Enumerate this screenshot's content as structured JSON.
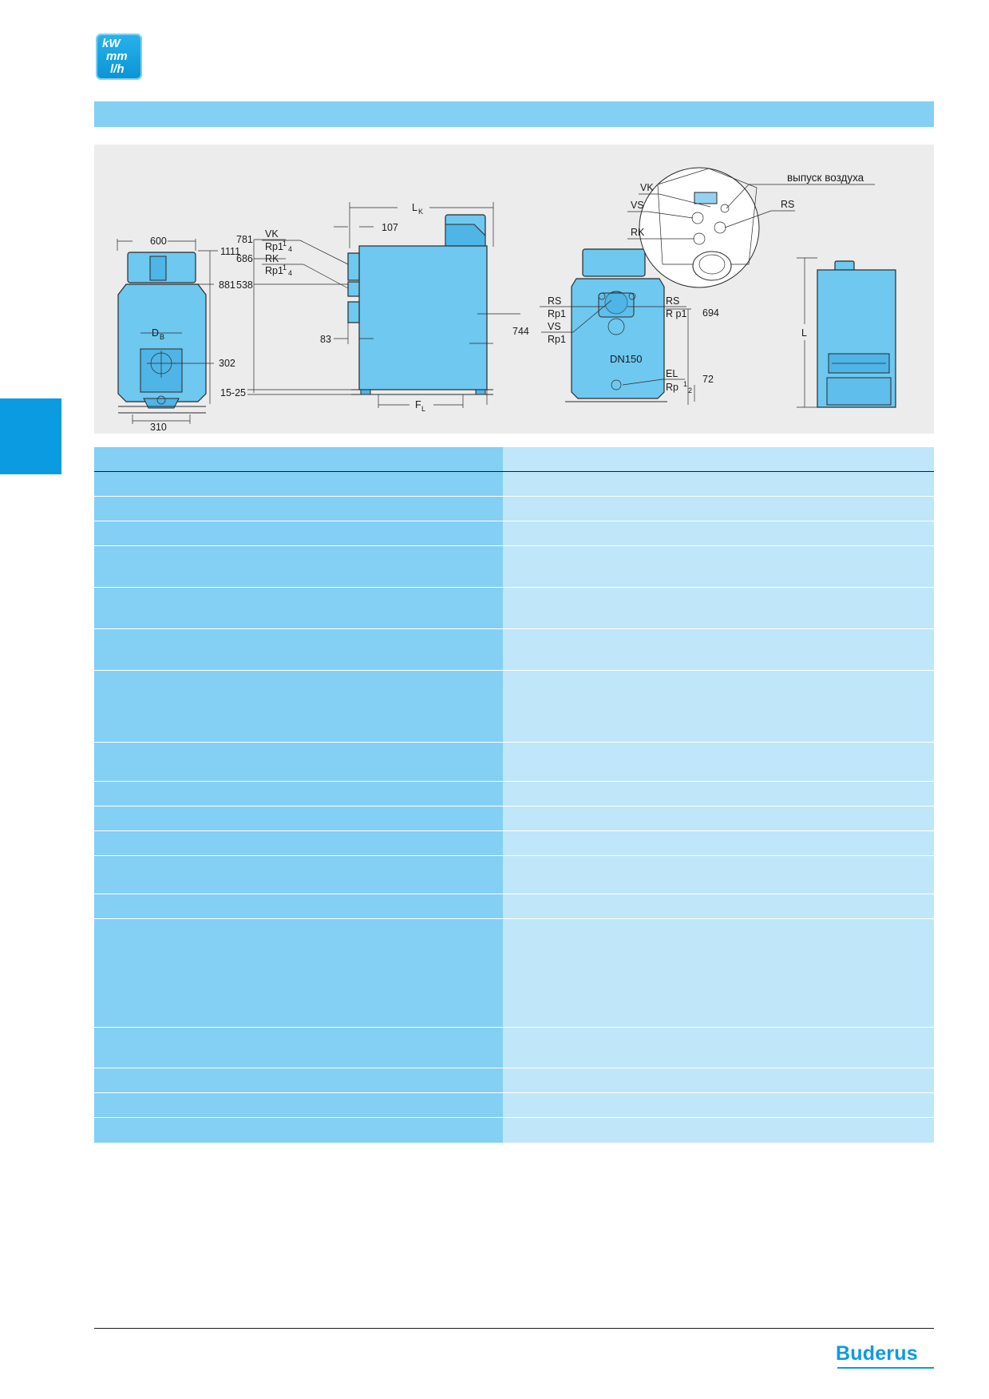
{
  "badge": {
    "line1": "kW",
    "line2": "mm",
    "line3": "l/h"
  },
  "figure": {
    "front_view": {
      "width_top": "600",
      "height_total": "1111",
      "height_lower": "881",
      "burner_height": "302",
      "burner_diameter": "D",
      "burner_diameter_sub": "B",
      "foot_spacing": "310"
    },
    "side_view": {
      "length_label": "L",
      "length_sub": "K",
      "offset_top": "107",
      "vk_height": "781",
      "vk_label": "VK",
      "vk_thread": "Rp1",
      "vk_thread_sup": "1",
      "vk_thread_sub": "4",
      "rk_height": "686",
      "rk_label": "RK",
      "rk_thread": "Rp1",
      "rk_thread_sup": "1",
      "rk_thread_sub": "4",
      "flue_height": "538",
      "flue_offset": "83",
      "feet_height": "15-25",
      "feet_label": "F",
      "feet_sub": "L"
    },
    "rear_view": {
      "rs_left": "RS",
      "rs_left_thread": "Rp1",
      "vs_label": "VS",
      "vs_thread": "Rp1",
      "rs_right": "RS",
      "rs_right_thread": "R p1",
      "height_left": "744",
      "height_right": "694",
      "flue_label": "DN150",
      "el_label": "EL",
      "el_thread": "Rp ",
      "el_sup": "1",
      "el_sub": "2",
      "el_height": "72"
    },
    "detail": {
      "vk": "VK",
      "vs": "VS",
      "rk": "RK",
      "rs": "RS",
      "air_vent": "выпуск воздуха"
    },
    "top_view": {
      "length_label": "L"
    }
  },
  "table": {
    "rows": [
      {
        "id": "header",
        "height": "short"
      },
      {
        "id": "row-1"
      },
      {
        "id": "row-2"
      },
      {
        "id": "row-3"
      },
      {
        "id": "row-4"
      },
      {
        "id": "row-5"
      },
      {
        "id": "row-6"
      },
      {
        "id": "row-7"
      },
      {
        "id": "row-8"
      },
      {
        "id": "row-9"
      },
      {
        "id": "row-10"
      },
      {
        "id": "row-11"
      },
      {
        "id": "row-12"
      },
      {
        "id": "row-13"
      },
      {
        "id": "row-14"
      },
      {
        "id": "row-15"
      },
      {
        "id": "row-16"
      },
      {
        "id": "row-17"
      }
    ]
  },
  "brand": {
    "name": "Buderus"
  },
  "colors": {
    "accent": "#0d9be0",
    "light_blue": "#84cff4",
    "pale_blue": "#bfe6f9",
    "panel_gray": "#ececec"
  }
}
